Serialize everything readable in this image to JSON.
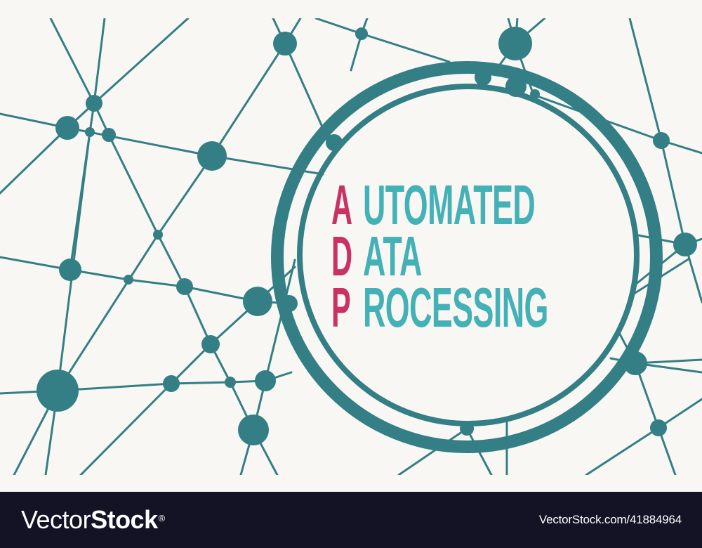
{
  "artwork": {
    "background_color": "#f9f7f3",
    "network_color": "#337f85",
    "icon": "molecular-network-icon",
    "headline": {
      "rows": [
        {
          "initial": "A",
          "rest": "UTOMATED"
        },
        {
          "initial": "D",
          "rest": "ATA"
        },
        {
          "initial": "P",
          "rest": "ROCESSING"
        }
      ],
      "acronym": "ADP",
      "initial_color": "#c93265",
      "text_color": "#43b1b6"
    }
  },
  "footer": {
    "background_color": "#131325",
    "brand_light": "Vector",
    "brand_bold": "Stock",
    "brand_mark": "®",
    "credit": "VectorStock.com/41884964"
  }
}
